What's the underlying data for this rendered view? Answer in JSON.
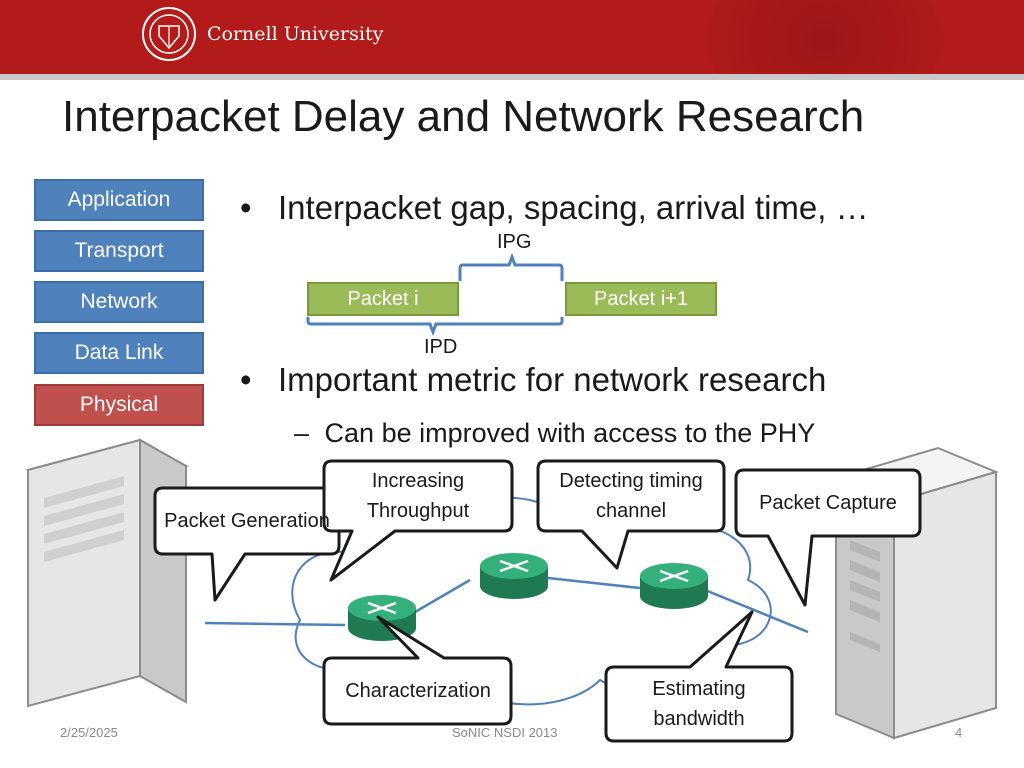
{
  "header": {
    "university": "Cornell University"
  },
  "slide": {
    "title": "Interpacket Delay and Network Research"
  },
  "layers": [
    "Application",
    "Transport",
    "Network",
    "Data Link",
    "Physical"
  ],
  "bullets": {
    "b1": "Interpacket gap, spacing, arrival time, …",
    "b2": "Important metric for network research",
    "sub": "Can be improved with access to the PHY",
    "dash": "–"
  },
  "packet_diagram": {
    "ipg": "IPG",
    "ipd": "IPD",
    "packet_i": "Packet i",
    "packet_next": "Packet i+1"
  },
  "callouts": {
    "packet_generation": "Packet Generation",
    "increasing_throughput": "Increasing Throughput",
    "detecting_timing": "Detecting timing channel",
    "packet_capture": "Packet Capture",
    "characterization": "Characterization",
    "estimating_bandwidth": "Estimating bandwidth"
  },
  "footer": {
    "date": "2/25/2025",
    "center": "SoNIC NSDI 2013",
    "page": "4"
  },
  "colors": {
    "banner": "#b31b1b",
    "layer_blue": "#4f81bd",
    "layer_red": "#c0504d",
    "packet_green": "#9bbb59",
    "router_green": "#2e9e6e"
  }
}
